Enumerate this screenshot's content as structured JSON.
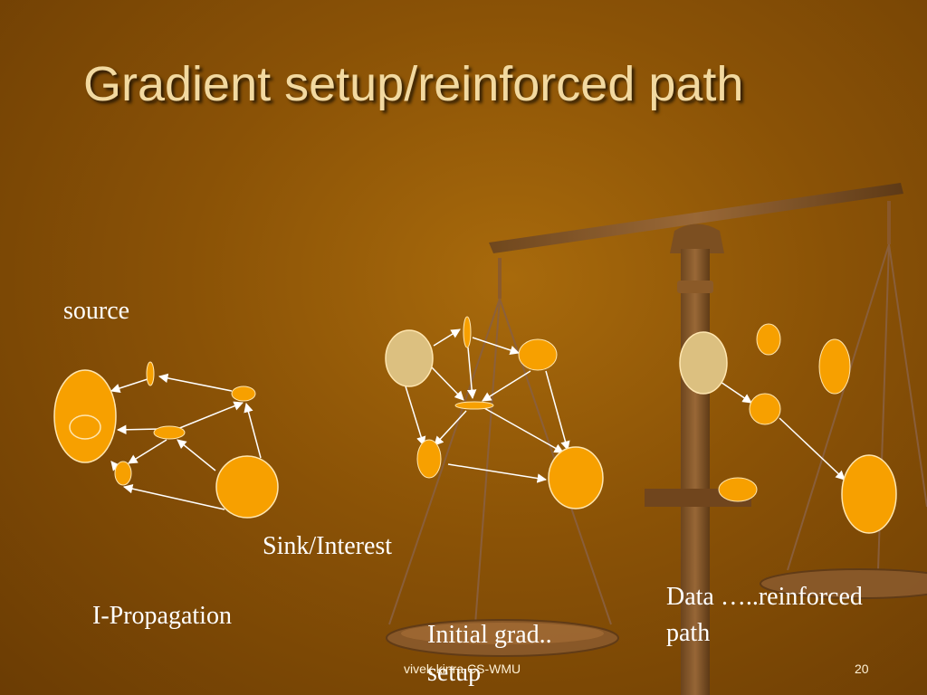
{
  "slide": {
    "title": "Gradient setup/reinforced path",
    "number": "20",
    "footer": "vivek kinra CS-WMU"
  },
  "labels": {
    "source": "source",
    "sink_interest": "Sink/Interest",
    "i_propagation": "I-Propagation",
    "initial_grad": "Initial grad..",
    "setup": "setup",
    "data_reinforced": "Data …..reinforced",
    "path": "path"
  },
  "colors": {
    "background": "#8a5206",
    "title_text": "#f2d9a0",
    "node_orange": "#f7a000",
    "node_source": "#dcc080",
    "node_stroke": "#ffe6b0",
    "arrow": "#ffffff"
  }
}
